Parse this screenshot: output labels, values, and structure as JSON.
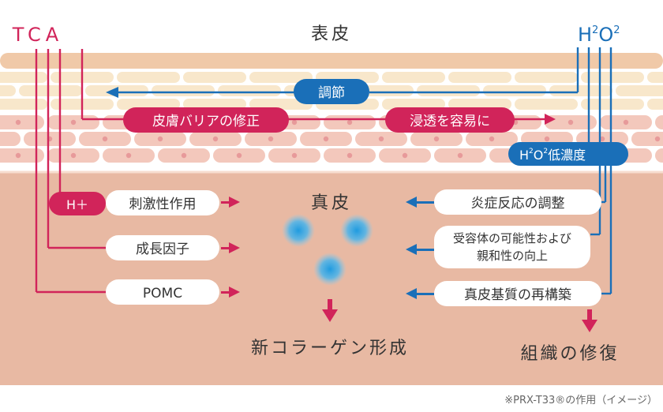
{
  "labels": {
    "left_agent": "TCA",
    "right_agent_base": "H",
    "right_agent_sup1": "2",
    "right_agent_mid": "O",
    "right_agent_sup2": "2",
    "epidermis": "表皮",
    "dermis": "真皮",
    "adjust": "調節",
    "barrier": "皮膚バリアの修正",
    "permeation": "浸透を容易に",
    "low_conc_base": "H",
    "low_conc_sup1": "2",
    "low_conc_mid": "O",
    "low_conc_sup2": "2",
    "low_conc_tail": "低濃度",
    "hplus": "H＋",
    "stimulation": "刺激性作用",
    "growth": "成長因子",
    "pomc": "POMC",
    "inflammation": "炎症反応の調整",
    "receptor_line1": "受容体の可能性および",
    "receptor_line2": "親和性の向上",
    "matrix": "真皮基質の再構築",
    "new_collagen": "新コラーゲン形成",
    "tissue_repair": "組織の修復",
    "caption": "※PRX-T33®の作用（イメージ）"
  },
  "colors": {
    "magenta": "#d1245a",
    "blue": "#1a6fb8",
    "dermis": "#e8b9a3",
    "epidermis_upper": "#f7e6c8",
    "epidermis_lower": "#f2c7ba",
    "dot_blue": "#38a8e6"
  }
}
